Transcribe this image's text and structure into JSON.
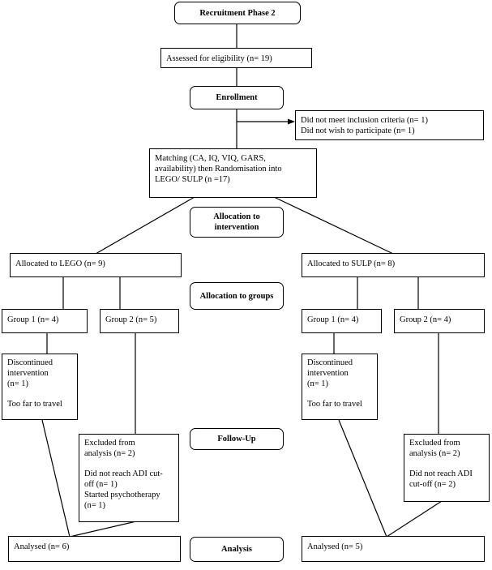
{
  "phases": {
    "recruitment": "Recruitment Phase 2",
    "enrollment": "Enrollment",
    "allocation_intervention": [
      "Allocation to",
      "intervention"
    ],
    "allocation_groups": "Allocation to groups",
    "follow_up": "Follow-Up",
    "analysis": "Analysis"
  },
  "assessed": "Assessed for eligibility (n= 19)",
  "excluded": {
    "line1": "Did not meet inclusion criteria (n= 1)",
    "line2": "Did not wish to participate (n= 1)"
  },
  "matching": {
    "line1": "Matching (CA, IQ, VIQ, GARS,",
    "line2": "availability) then Randomisation into",
    "line3": "LEGO/ SULP (n =17)"
  },
  "lego": {
    "allocated": "Allocated to LEGO (n= 9)",
    "group1": "Group 1 (n= 4)",
    "group2": "Group 2 (n= 5)",
    "discontinued": {
      "line1": "Discontinued",
      "line2": "intervention",
      "line3": "(n= 1)",
      "line4": "Too far to travel"
    },
    "excluded_analysis": {
      "line1": "Excluded from",
      "line2": "analysis (n= 2)",
      "line3": "Did not reach ADI cut-",
      "line4": "off (n= 1)",
      "line5": "Started psychotherapy",
      "line6": "(n= 1)"
    },
    "analysed": "Analysed (n= 6)"
  },
  "sulp": {
    "allocated": "Allocated to SULP (n= 8)",
    "group1": "Group 1 (n= 4)",
    "group2": "Group 2 (n= 4)",
    "discontinued": {
      "line1": "Discontinued",
      "line2": "intervention",
      "line3": "(n= 1)",
      "line4": "Too far to travel"
    },
    "excluded_analysis": {
      "line1": "Excluded from",
      "line2": "analysis (n= 2)",
      "line3": "Did not reach ADI",
      "line4": "cut-off (n= 2)"
    },
    "analysed": "Analysed (n= 5)"
  }
}
